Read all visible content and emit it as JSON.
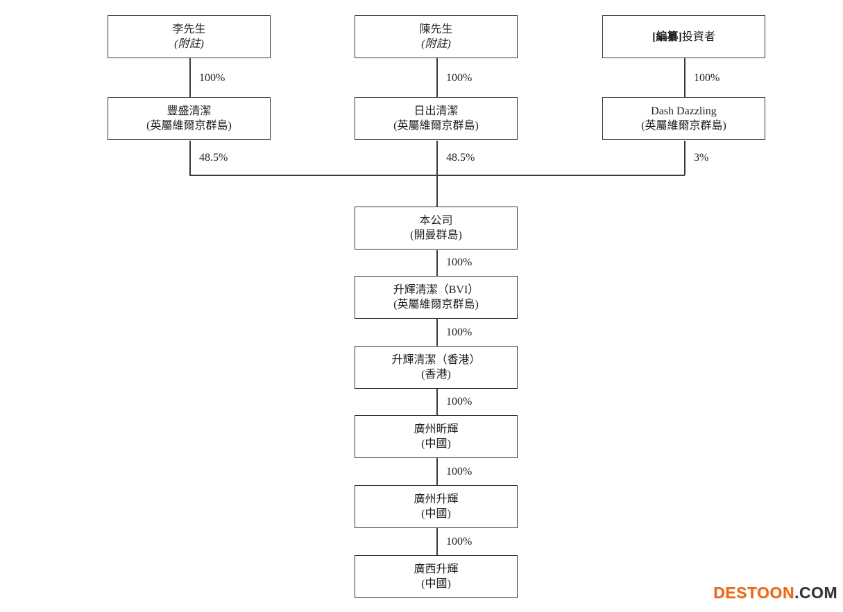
{
  "diagram": {
    "nodes": {
      "mr_li": {
        "line1": "李先生",
        "line2": "(附註)"
      },
      "mr_chan": {
        "line1": "陳先生",
        "line2": "(附註)"
      },
      "investor": {
        "prefix": "[編纂]",
        "name": "投資者"
      },
      "fengsheng": {
        "line1": "豐盛清潔",
        "line2": "(英屬維爾京群島)"
      },
      "richu": {
        "line1": "日出清潔",
        "line2": "(英屬維爾京群島)"
      },
      "dash": {
        "line1": "Dash Dazzling",
        "line2": "(英屬維爾京群島)"
      },
      "company": {
        "line1": "本公司",
        "line2": "(開曼群島)"
      },
      "shenghui_bvi": {
        "line1": "升輝清潔（BVI）",
        "line2": "(英屬維爾京群島)"
      },
      "shenghui_hk": {
        "line1": "升輝清潔（香港）",
        "line2": "(香港)"
      },
      "gz_xinhui": {
        "line1": "廣州昕輝",
        "line2": "(中國)"
      },
      "gz_shenghui": {
        "line1": "廣州升輝",
        "line2": "(中國)"
      },
      "gx_shenghui": {
        "line1": "廣西升輝",
        "line2": "(中國)"
      }
    },
    "edges": {
      "li_to_fengsheng": "100%",
      "chan_to_richu": "100%",
      "investor_to_dash": "100%",
      "fengsheng_to_company": "48.5%",
      "richu_to_company": "48.5%",
      "dash_to_company": "3%",
      "company_to_bvi": "100%",
      "bvi_to_hk": "100%",
      "hk_to_gzxh": "100%",
      "gzxh_to_gzsh": "100%",
      "gzsh_to_gxsh": "100%"
    },
    "watermark": {
      "brand": "DESTOON",
      "suffix": ".COM",
      "brand_color": "#F2670C",
      "suffix_color": "#333333"
    }
  }
}
